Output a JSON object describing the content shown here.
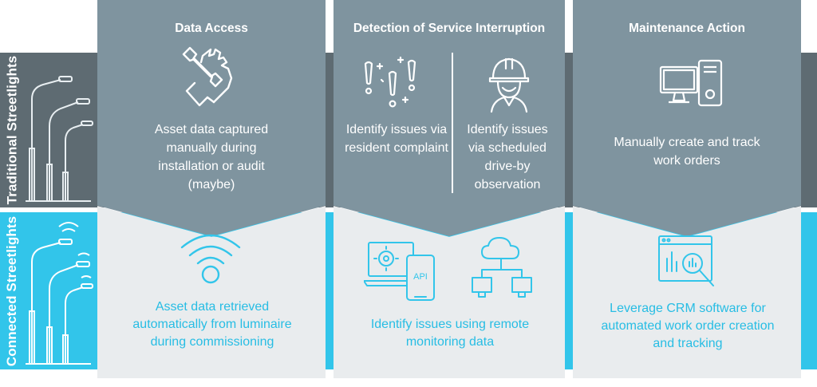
{
  "rows": {
    "traditional": "Traditional Streetlights",
    "connected": "Connected Streetlights"
  },
  "columns": [
    {
      "title": "Data Access",
      "top_text": "Asset data captured manually during installation or audit (maybe)",
      "bottom_text": "Asset data retrieved automatically from luminaire during commissioning",
      "top_icon": "wrench-hand-icon",
      "bottom_icon": "wifi-signal-icon"
    },
    {
      "title": "Detection of Service Interruption",
      "top_text_left": "Identify issues via resident complaint",
      "top_text_right": "Identify issues via scheduled drive-by observation",
      "bottom_text": "Identify issues using remote monitoring data",
      "top_icons": [
        "exclamation-marks-icon",
        "worker-hardhat-icon"
      ],
      "bottom_icons": [
        "laptop-api-phone-icon",
        "cloud-network-icon"
      ],
      "api_label": "API"
    },
    {
      "title": "Maintenance Action",
      "top_text": "Manually create and track work orders",
      "bottom_text": "Leverage CRM software for automated work order creation and tracking",
      "top_icon": "desktop-computer-icon",
      "bottom_icon": "dashboard-magnifier-icon"
    }
  ],
  "colors": {
    "dark_band": "#5e6b72",
    "column_gray": "#7f949f",
    "light_panel": "#e9ecee",
    "accent_blue": "#32c5ea",
    "accent_text": "#27bde4"
  }
}
